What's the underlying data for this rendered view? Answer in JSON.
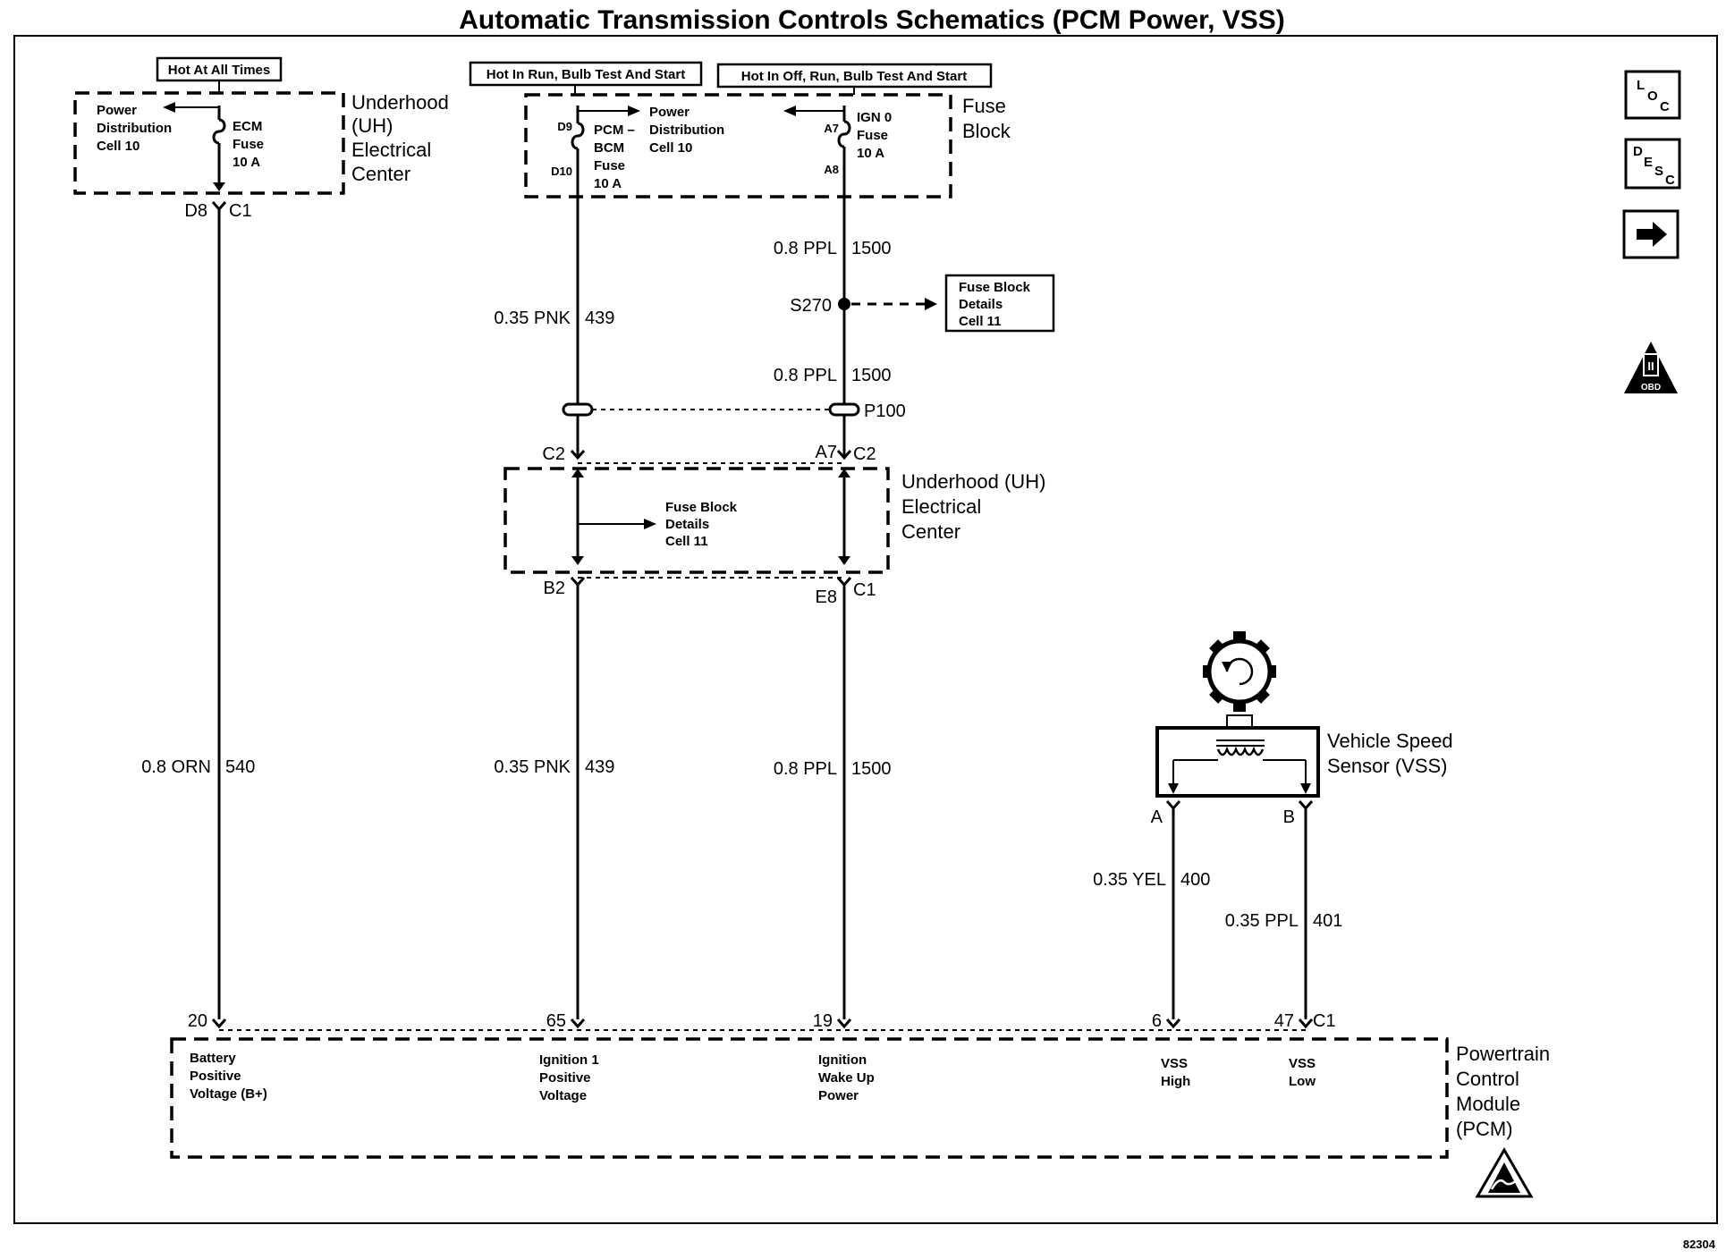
{
  "title": "Automatic Transmission Controls Schematics (PCM Power, VSS)",
  "figure_id": "82304",
  "hot_labels": {
    "all_times": "Hot At All Times",
    "run_bulb_start": "Hot In Run, Bulb Test And Start",
    "off_run_bulb_start": "Hot In Off, Run, Bulb Test And Start"
  },
  "uh_center_top": {
    "name_lines": [
      "Underhood",
      "(UH)",
      "Electrical",
      "Center"
    ],
    "ref_lines": [
      "Power",
      "Distribution",
      "Cell 10"
    ],
    "fuse_lines": [
      "ECM",
      "Fuse",
      "10 A"
    ],
    "pin": "D8",
    "connector": "C1"
  },
  "fuse_block": {
    "name_lines": [
      "Fuse",
      "Block"
    ],
    "left_pin_top": "D9",
    "left_pin_bottom": "D10",
    "left_fuse_lines": [
      "PCM –",
      "BCM",
      "Fuse",
      "10 A"
    ],
    "ref_lines": [
      "Power",
      "Distribution",
      "Cell 10"
    ],
    "right_pin_top": "A7",
    "right_pin_bottom": "A8",
    "right_fuse_lines": [
      "IGN 0",
      "Fuse",
      "10 A"
    ]
  },
  "splice": {
    "name": "S270",
    "ref_lines": [
      "Fuse Block",
      "Details",
      "Cell 11"
    ]
  },
  "pass_through": {
    "name": "P100"
  },
  "uh_center_mid": {
    "name_lines": [
      "Underhood (UH)",
      "Electrical",
      "Center"
    ],
    "ref_lines": [
      "Fuse Block",
      "Details",
      "Cell 11"
    ],
    "top_left_conn": "C2",
    "top_right_pin": "A7",
    "top_right_conn": "C2",
    "bottom_left_pin": "B2",
    "bottom_right_pin": "E8",
    "bottom_right_conn": "C1"
  },
  "vss": {
    "name_lines": [
      "Vehicle Speed",
      "Sensor (VSS)"
    ],
    "pin_a": "A",
    "pin_b": "B"
  },
  "wires": {
    "orn_540": {
      "gauge": "0.8 ORN",
      "circuit": "540"
    },
    "pnk_439_upper": {
      "gauge": "0.35 PNK",
      "circuit": "439"
    },
    "pnk_439_lower": {
      "gauge": "0.35 PNK",
      "circuit": "439"
    },
    "ppl_1500_a": {
      "gauge": "0.8 PPL",
      "circuit": "1500"
    },
    "ppl_1500_b": {
      "gauge": "0.8 PPL",
      "circuit": "1500"
    },
    "ppl_1500_c": {
      "gauge": "0.8 PPL",
      "circuit": "1500"
    },
    "yel_400": {
      "gauge": "0.35 YEL",
      "circuit": "400"
    },
    "ppl_401": {
      "gauge": "0.35 PPL",
      "circuit": "401"
    }
  },
  "pcm": {
    "name_lines": [
      "Powertrain",
      "Control",
      "Module",
      "(PCM)"
    ],
    "connector": "C1",
    "pins": [
      {
        "num": "20",
        "lines": [
          "Battery",
          "Positive",
          "Voltage (B+)"
        ]
      },
      {
        "num": "65",
        "lines": [
          "Ignition 1",
          "Positive",
          "Voltage"
        ]
      },
      {
        "num": "19",
        "lines": [
          "Ignition",
          "Wake Up",
          "Power"
        ]
      },
      {
        "num": "6",
        "lines": [
          "VSS",
          "High"
        ]
      },
      {
        "num": "47",
        "lines": [
          "VSS",
          "Low"
        ]
      }
    ]
  },
  "side_icons": {
    "loc": [
      "L",
      "O",
      "C"
    ],
    "desc": [
      "D",
      "E",
      "S",
      "C"
    ],
    "obd_label": "OBD II",
    "obd_roman": "II",
    "obd_text": "OBD"
  }
}
